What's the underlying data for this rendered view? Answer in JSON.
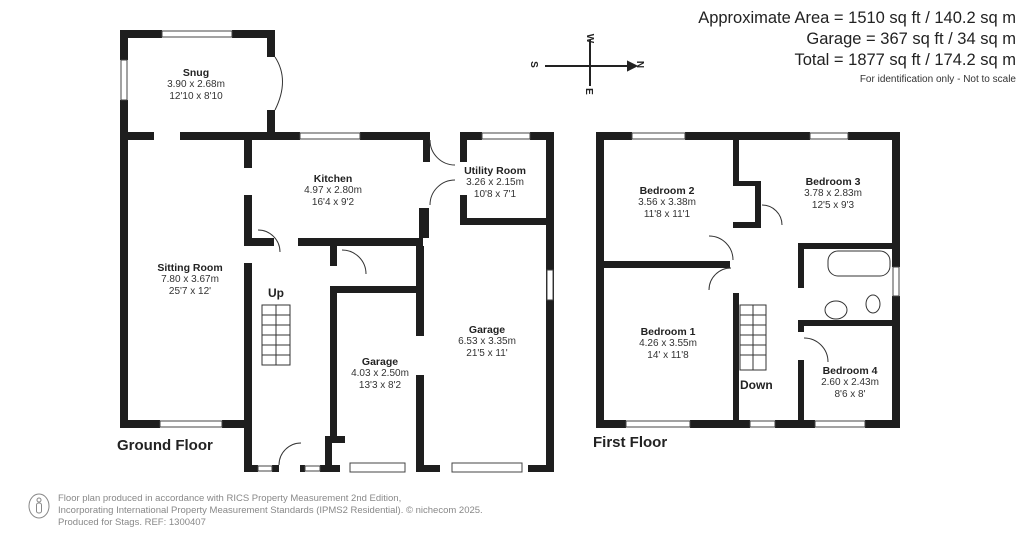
{
  "areas": {
    "approximate": "Approximate Area = 1510 sq ft / 140.2 sq m",
    "garage": "Garage = 367 sq ft / 34 sq m",
    "total": "Total = 1877 sq ft / 174.2 sq m",
    "note": "For identification only - Not to scale"
  },
  "compass": {
    "north": "N",
    "south": "S",
    "east": "E",
    "west": "W"
  },
  "ground_floor": {
    "label": "Ground Floor",
    "stairs": "Up",
    "rooms": [
      {
        "name": "Snug",
        "metric": "3.90 x 2.68m",
        "imperial": "12'10 x 8'10"
      },
      {
        "name": "Kitchen",
        "metric": "4.97 x 2.80m",
        "imperial": "16'4 x 9'2"
      },
      {
        "name": "Utility Room",
        "metric": "3.26 x 2.15m",
        "imperial": "10'8 x 7'1"
      },
      {
        "name": "Sitting Room",
        "metric": "7.80 x 3.67m",
        "imperial": "25'7 x 12'"
      },
      {
        "name": "Garage",
        "metric": "6.53 x 3.35m",
        "imperial": "21'5 x 11'"
      },
      {
        "name": "Garage",
        "metric": "4.03 x 2.50m",
        "imperial": "13'3 x 8'2"
      }
    ]
  },
  "first_floor": {
    "label": "First Floor",
    "stairs": "Down",
    "rooms": [
      {
        "name": "Bedroom 2",
        "metric": "3.56 x 3.38m",
        "imperial": "11'8 x 11'1"
      },
      {
        "name": "Bedroom 3",
        "metric": "3.78 x 2.83m",
        "imperial": "12'5 x 9'3"
      },
      {
        "name": "Bedroom 1",
        "metric": "4.26 x 3.55m",
        "imperial": "14' x 11'8"
      },
      {
        "name": "Bedroom 4",
        "metric": "2.60 x 2.43m",
        "imperial": "8'6 x 8'"
      }
    ]
  },
  "footer": {
    "line1": "Floor plan produced in accordance with RICS Property Measurement 2nd Edition,",
    "line2": "Incorporating International Property Measurement Standards (IPMS2 Residential).   © nichecom 2025.",
    "line3": "Produced for Stags.   REF: 1300407"
  },
  "colors": {
    "wall": "#1e1e1e",
    "text": "#222222",
    "footer_text": "#888888",
    "background": "#ffffff"
  }
}
